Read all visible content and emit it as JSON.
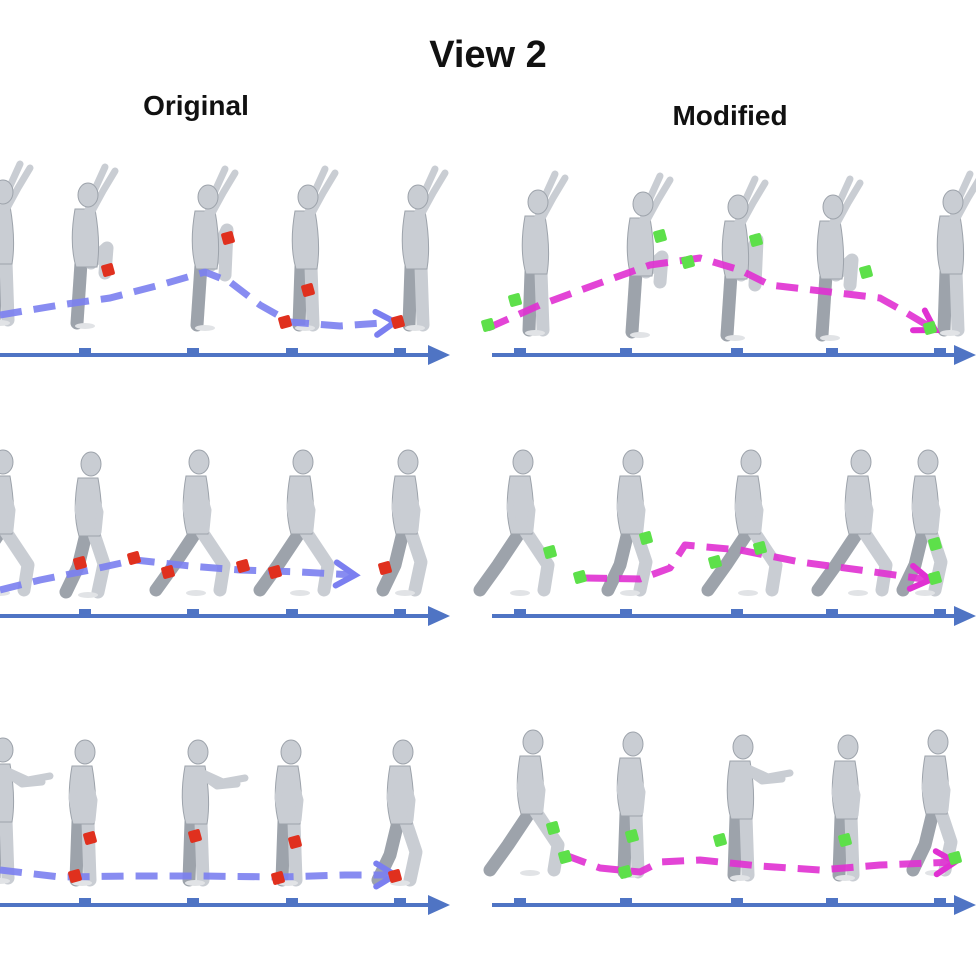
{
  "figure": {
    "title": "View 2",
    "columns": [
      {
        "label": "Original"
      },
      {
        "label": "Modified"
      }
    ]
  },
  "colors": {
    "axis": "#4f74c4",
    "figure_body": "#c9cdd3",
    "figure_shadow": "#9da3ab",
    "original_trajectory": "#7b7ff0",
    "original_marker": "#e0301e",
    "modified_trajectory": "#e030d2",
    "modified_marker": "#5de04a"
  },
  "rows": [
    {
      "name": "row-1"
    },
    {
      "name": "row-2"
    },
    {
      "name": "row-3"
    }
  ]
}
